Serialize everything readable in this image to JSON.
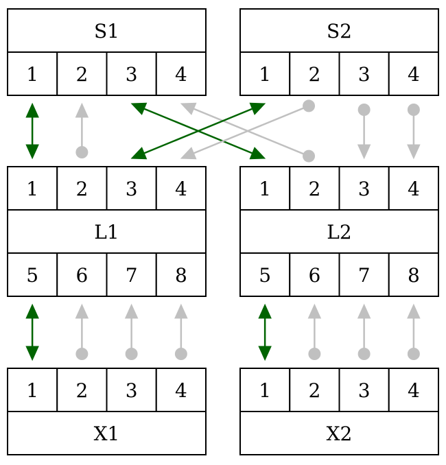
{
  "colors": {
    "active": "#006400",
    "inactive": "#c0c0c0",
    "border": "#000000",
    "background": "#ffffff"
  },
  "nodes": [
    {
      "id": "S1",
      "label": "S1",
      "ports": [
        "1",
        "2",
        "3",
        "4"
      ],
      "port_position": "bottom"
    },
    {
      "id": "S2",
      "label": "S2",
      "ports": [
        "1",
        "2",
        "3",
        "4"
      ],
      "port_position": "bottom"
    },
    {
      "id": "L1",
      "label": "L1",
      "top_ports": [
        "1",
        "2",
        "3",
        "4"
      ],
      "bottom_ports": [
        "5",
        "6",
        "7",
        "8"
      ]
    },
    {
      "id": "L2",
      "label": "L2",
      "top_ports": [
        "1",
        "2",
        "3",
        "4"
      ],
      "bottom_ports": [
        "5",
        "6",
        "7",
        "8"
      ]
    },
    {
      "id": "X1",
      "label": "X1",
      "ports": [
        "1",
        "2",
        "3",
        "4"
      ],
      "port_position": "top"
    },
    {
      "id": "X2",
      "label": "X2",
      "ports": [
        "1",
        "2",
        "3",
        "4"
      ],
      "port_position": "top"
    }
  ],
  "edges": [
    {
      "from": "S1:1",
      "to": "L1:1",
      "status": "active",
      "from_end": "arrow",
      "to_end": "arrow"
    },
    {
      "from": "S1:2",
      "to": "L1:2",
      "status": "inactive",
      "from_end": "arrow",
      "to_end": "dot"
    },
    {
      "from": "S1:3",
      "to": "L2:1",
      "status": "active",
      "from_end": "arrow",
      "to_end": "arrow"
    },
    {
      "from": "S1:4",
      "to": "L2:2",
      "status": "inactive",
      "from_end": "arrow",
      "to_end": "dot"
    },
    {
      "from": "S2:1",
      "to": "L1:3",
      "status": "active",
      "from_end": "arrow",
      "to_end": "arrow"
    },
    {
      "from": "S2:2",
      "to": "L1:4",
      "status": "inactive",
      "from_end": "dot",
      "to_end": "arrow"
    },
    {
      "from": "S2:3",
      "to": "L2:3",
      "status": "inactive",
      "from_end": "dot",
      "to_end": "arrow"
    },
    {
      "from": "S2:4",
      "to": "L2:4",
      "status": "inactive",
      "from_end": "dot",
      "to_end": "arrow"
    },
    {
      "from": "L1:5",
      "to": "X1:1",
      "status": "active",
      "from_end": "arrow",
      "to_end": "arrow"
    },
    {
      "from": "L1:6",
      "to": "X1:2",
      "status": "inactive",
      "from_end": "arrow",
      "to_end": "dot"
    },
    {
      "from": "L1:7",
      "to": "X1:3",
      "status": "inactive",
      "from_end": "arrow",
      "to_end": "dot"
    },
    {
      "from": "L1:8",
      "to": "X1:4",
      "status": "inactive",
      "from_end": "arrow",
      "to_end": "dot"
    },
    {
      "from": "L2:5",
      "to": "X2:1",
      "status": "active",
      "from_end": "arrow",
      "to_end": "arrow"
    },
    {
      "from": "L2:6",
      "to": "X2:2",
      "status": "inactive",
      "from_end": "arrow",
      "to_end": "dot"
    },
    {
      "from": "L2:7",
      "to": "X2:3",
      "status": "inactive",
      "from_end": "arrow",
      "to_end": "dot"
    },
    {
      "from": "L2:8",
      "to": "X2:4",
      "status": "inactive",
      "from_end": "arrow",
      "to_end": "dot"
    }
  ]
}
